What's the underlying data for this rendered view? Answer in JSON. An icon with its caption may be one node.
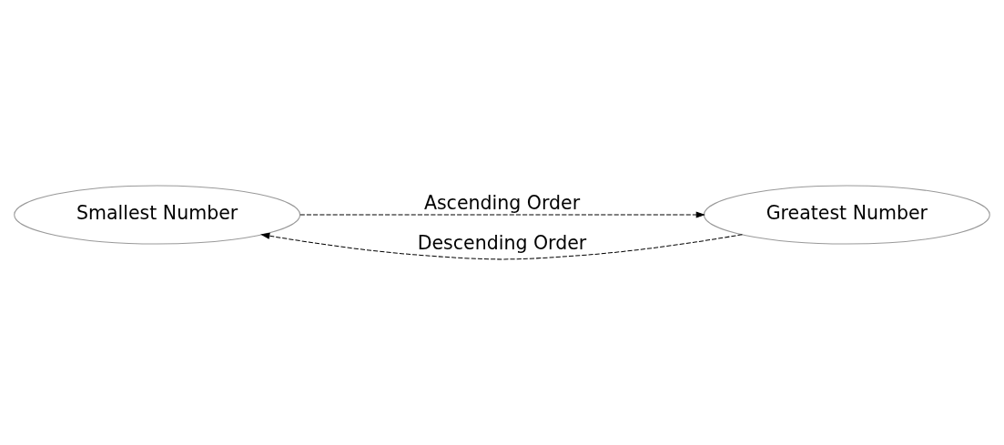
{
  "diagram": {
    "nodes": [
      {
        "text": [
          "Smallest Number"
        ]
      },
      {
        "text": [
          "Greatest Number"
        ]
      }
    ],
    "edges": [
      {
        "from": 0,
        "to": 1,
        "arrow": "to",
        "label": "Ascending Order",
        "style": "dashed"
      },
      {
        "from": 1,
        "to": 0,
        "arrow": "to",
        "label": "Descending Order",
        "style": "dashed"
      }
    ]
  }
}
